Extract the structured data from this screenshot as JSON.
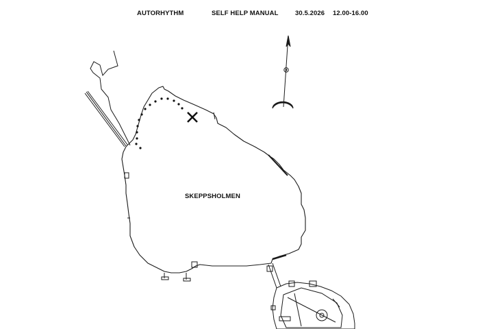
{
  "header": {
    "title": "AUTORHYTHM",
    "subtitle": "SELF HELP MANUAL",
    "date": "30.5.2026",
    "time": "12.00-16.00"
  },
  "map": {
    "island_label": "SKEPPSHOLMEN",
    "compass_icon": "north-arrow-moon-icon",
    "marker_icon": "x-cross-icon",
    "route_style": "dotted",
    "line_color": "#1a1a1a",
    "background_color": "#ffffff"
  }
}
